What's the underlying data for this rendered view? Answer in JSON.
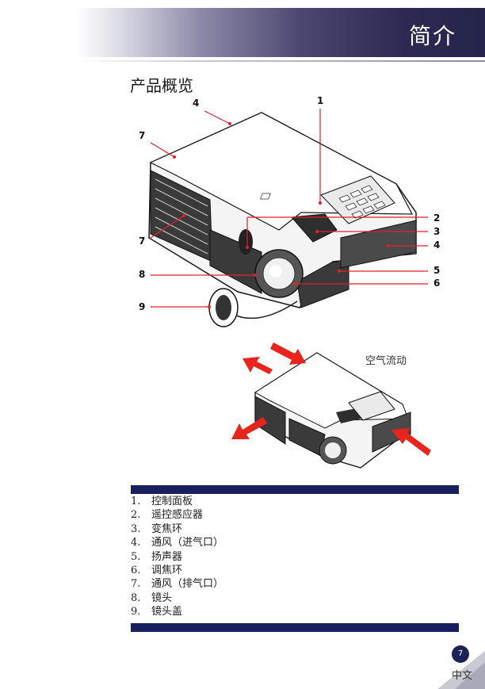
{
  "header": {
    "chapter_title": "简介"
  },
  "section": {
    "title": "产品概览"
  },
  "callouts": [
    "1",
    "2",
    "3",
    "4",
    "4",
    "5",
    "6",
    "7",
    "7",
    "8",
    "9"
  ],
  "airflow_label": "空气流动",
  "parts": [
    {
      "num": "1.",
      "label": "控制面板"
    },
    {
      "num": "2.",
      "label": "遥控感应器"
    },
    {
      "num": "3.",
      "label": "变焦环"
    },
    {
      "num": "4.",
      "label": "通风（进气口）"
    },
    {
      "num": "5.",
      "label": "扬声器"
    },
    {
      "num": "6.",
      "label": "调焦环"
    },
    {
      "num": "7.",
      "label": "通风（排气口）"
    },
    {
      "num": "8.",
      "label": "镜头"
    },
    {
      "num": "9.",
      "label": "镜头盖"
    }
  ],
  "footer": {
    "page_number": "7",
    "language": "中文"
  },
  "colors": {
    "banner_dark": "#25244b",
    "table_bar": "#17205c",
    "callout_line": "#e0202a",
    "arrow": "#e8241c"
  }
}
